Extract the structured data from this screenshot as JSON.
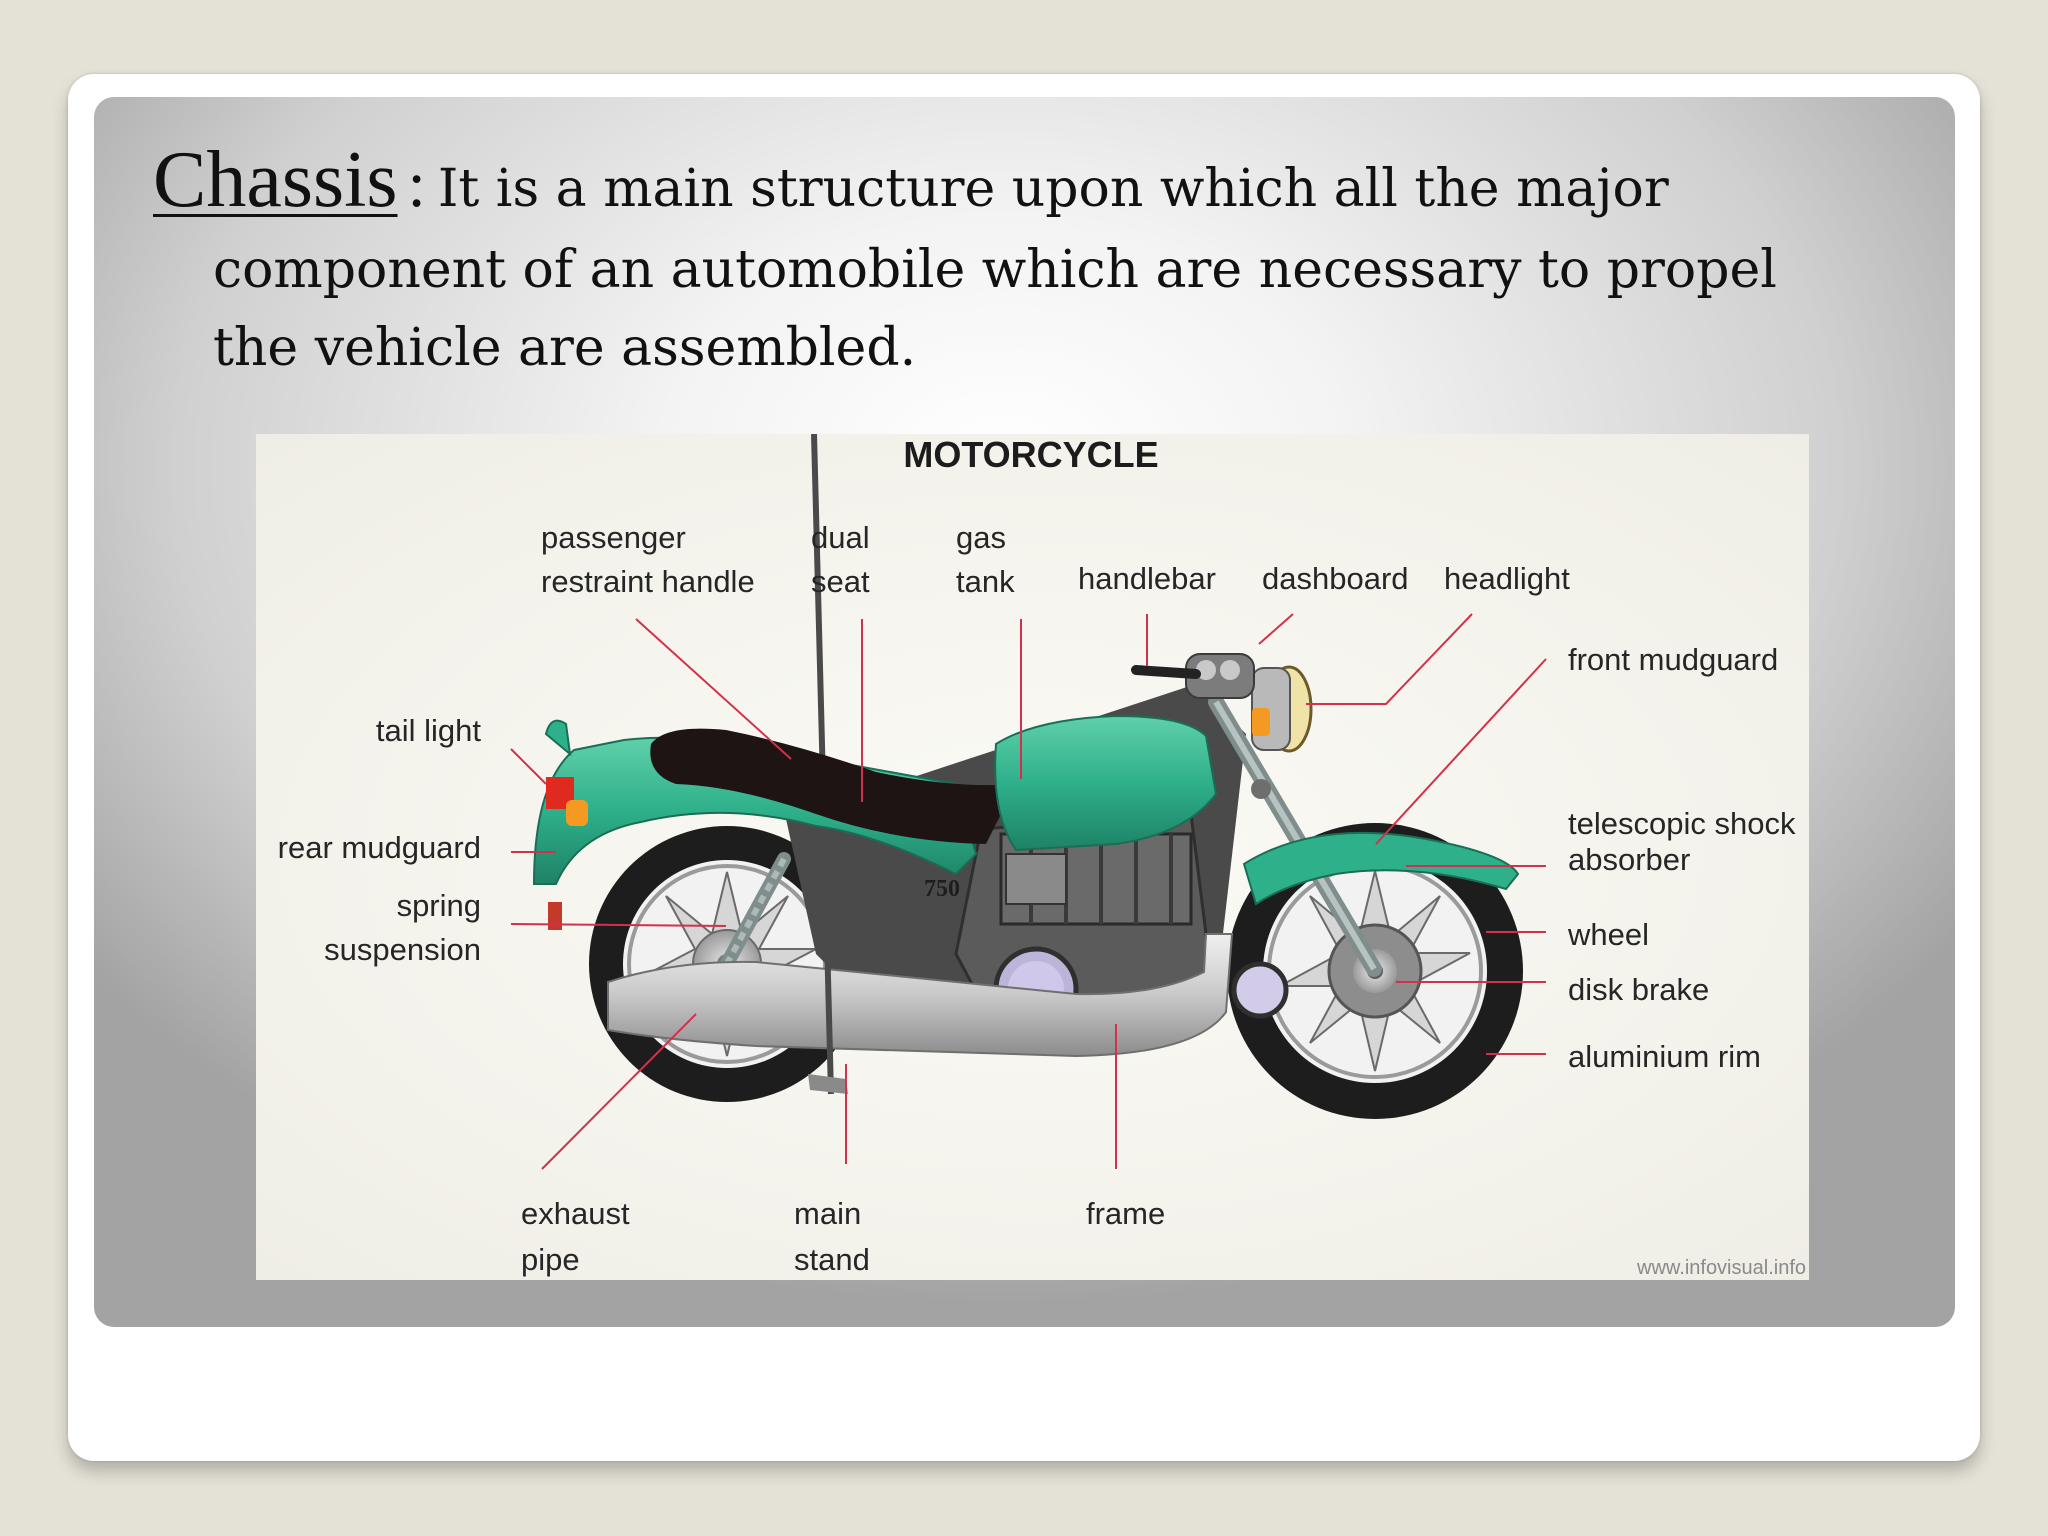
{
  "slide": {
    "heading": "Chassis",
    "colon": ":",
    "definition_line1": "It is a main structure upon which all the major",
    "definition_line2": "component of an automobile which are necessary to propel",
    "definition_line3": "the vehicle are assembled."
  },
  "diagram": {
    "title": "MOTORCYCLE",
    "model_badge": "750",
    "watermark": "www.infovisual.info",
    "labels": {
      "passenger_restraint_handle_1": "passenger",
      "passenger_restraint_handle_2": "restraint handle",
      "dual_seat_1": "dual",
      "dual_seat_2": "seat",
      "gas_tank_1": "gas",
      "gas_tank_2": "tank",
      "handlebar": "handlebar",
      "dashboard": "dashboard",
      "headlight": "headlight",
      "front_mudguard": "front mudguard",
      "tail_light": "tail light",
      "rear_mudguard": "rear mudguard",
      "spring_suspension_1": "spring",
      "spring_suspension_2": "suspension",
      "telescopic_shock_absorber_1": "telescopic shock",
      "telescopic_shock_absorber_2": "absorber",
      "wheel": "wheel",
      "disk_brake": "disk brake",
      "aluminium_rim": "aluminium rim",
      "exhaust_pipe_1": "exhaust",
      "exhaust_pipe_2": "pipe",
      "main_stand_1": "main",
      "main_stand_2": "stand",
      "frame": "frame"
    },
    "colors": {
      "body": "#2eb08a",
      "body_dark": "#1f7f63",
      "seat": "#1e1414",
      "leader_line": "#d2314b",
      "tire": "#1d1d1d",
      "chrome": "#c7c7c7",
      "tail_light": "#e02a1f",
      "indicator": "#f49a22"
    }
  }
}
